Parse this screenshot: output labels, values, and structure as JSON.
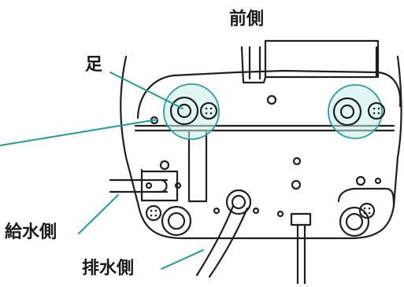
{
  "labels": {
    "front": "前側",
    "foot": "足",
    "supply": "給水側",
    "drain": "排水側"
  },
  "colors": {
    "line": "#1f1f1f",
    "highlight": "#c8ece9",
    "highlight_stroke": "#2aa197",
    "leader": "#1f9e8f"
  }
}
